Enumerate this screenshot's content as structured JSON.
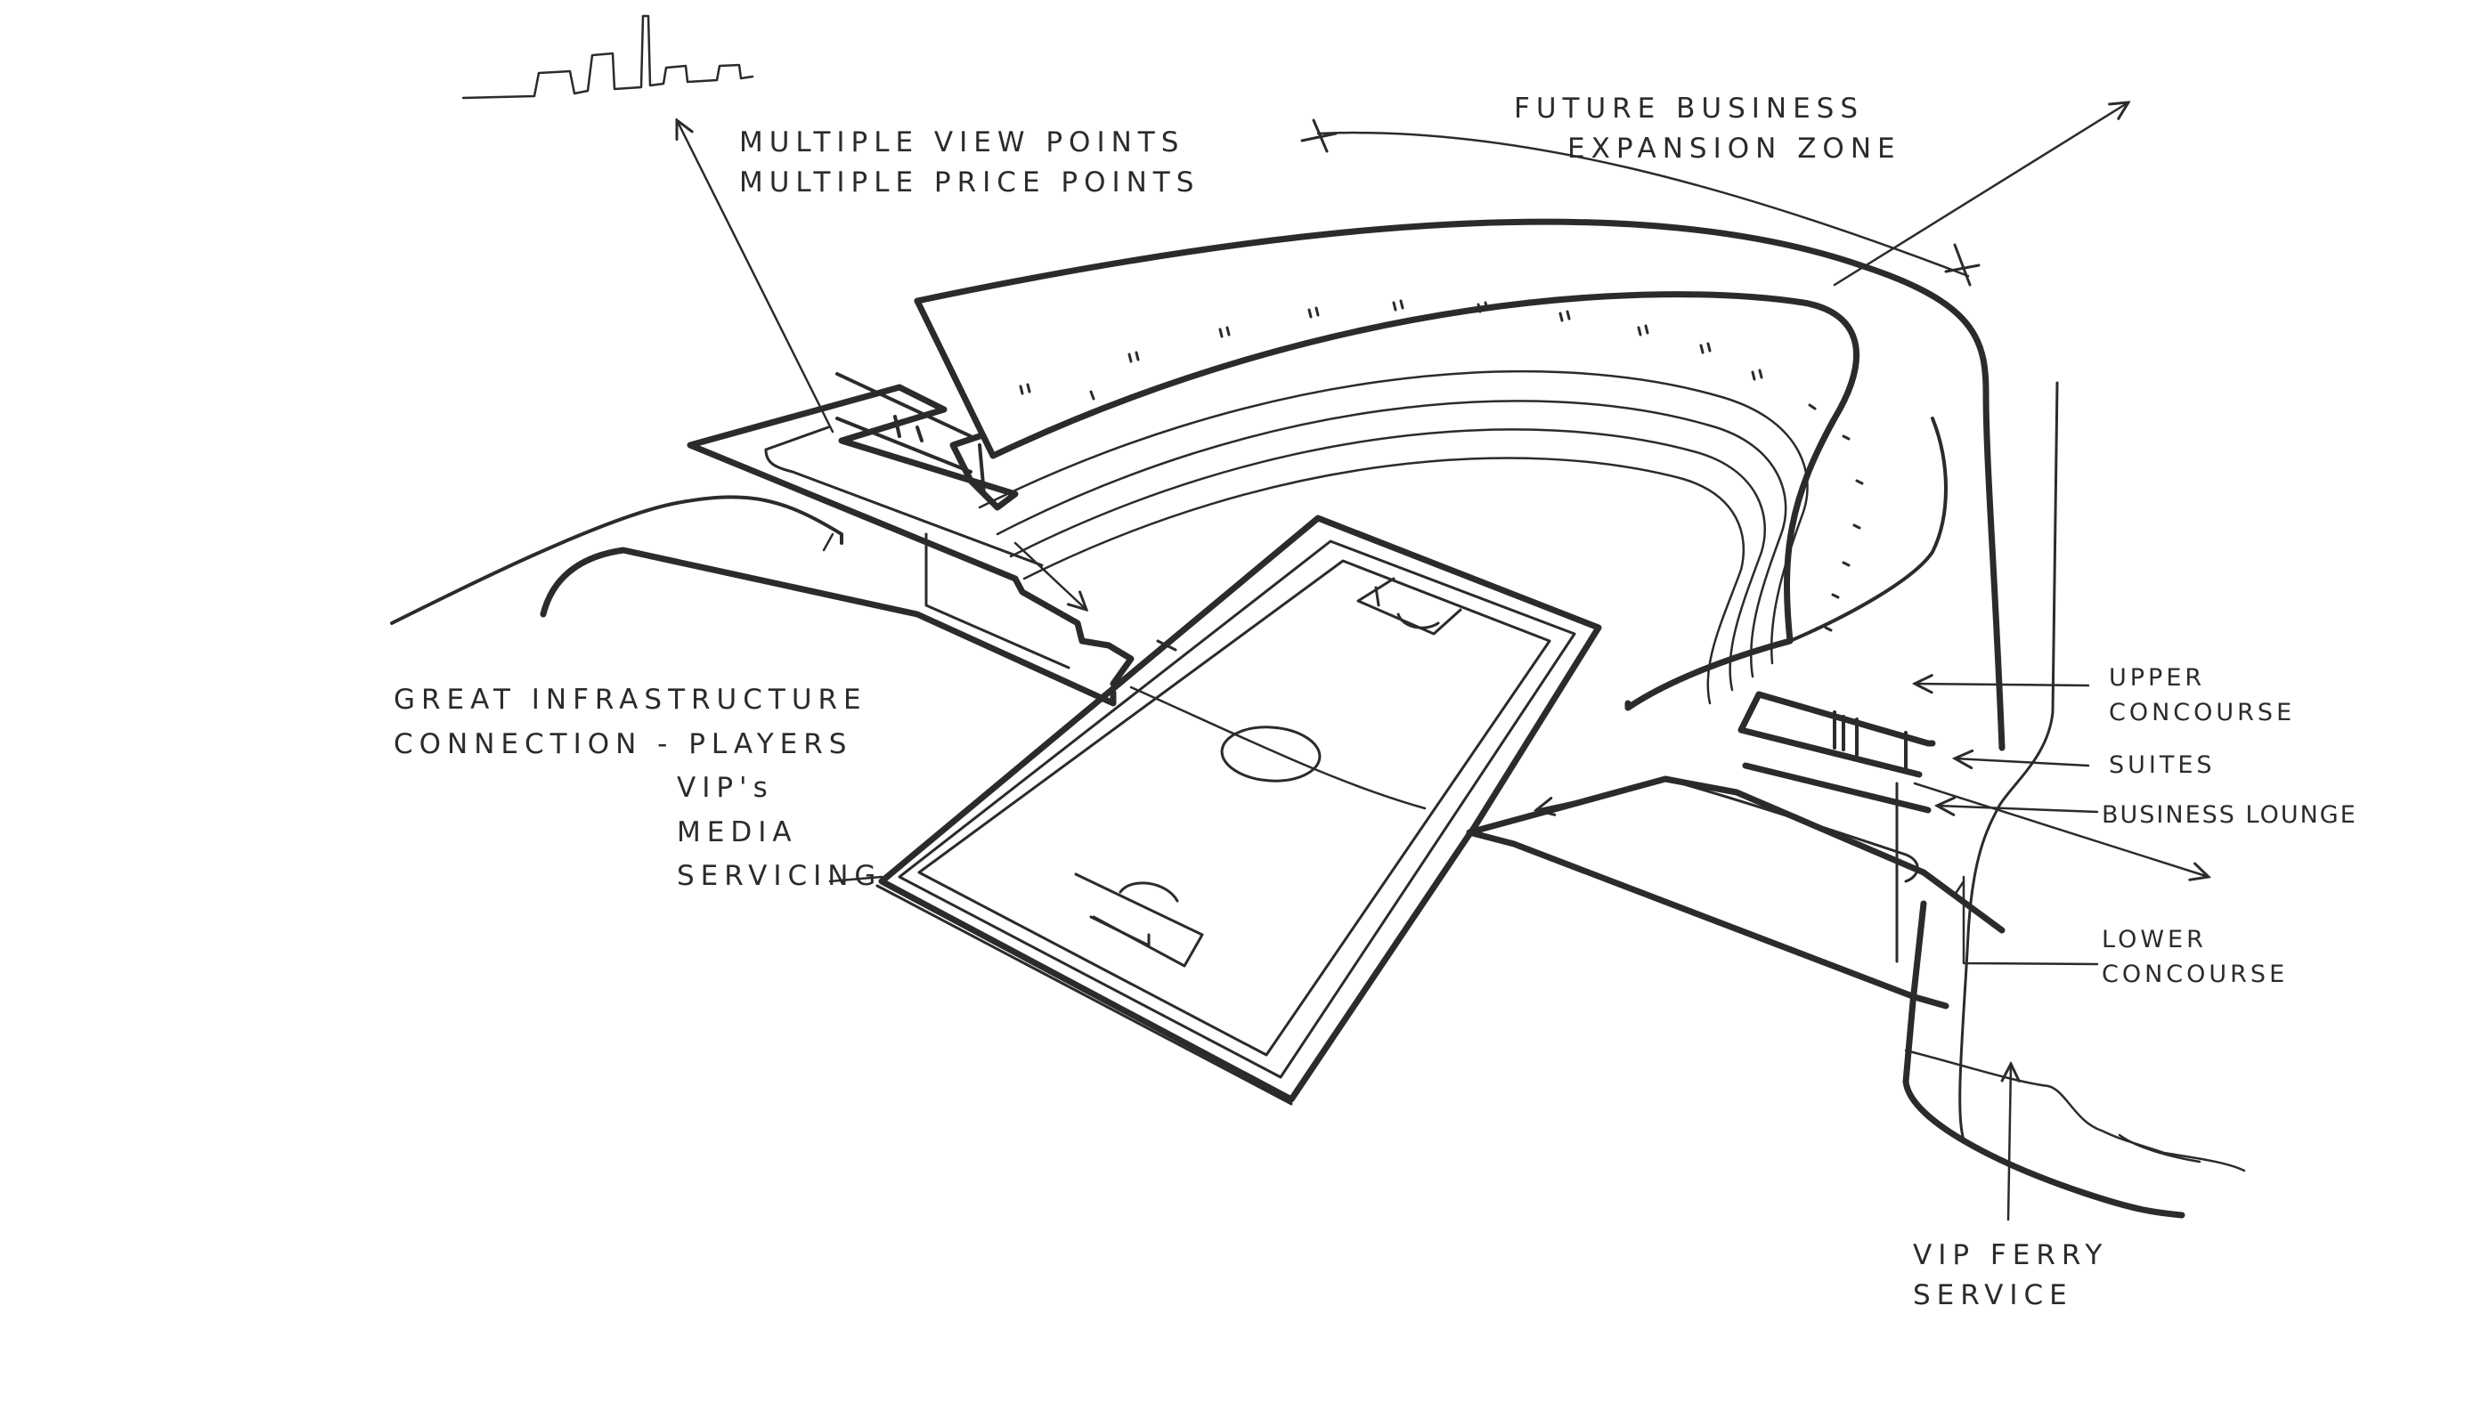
{
  "annotations": {
    "multiple_points": [
      "MULTIPLE VIEW POINTS",
      "MULTIPLE PRICE POINTS"
    ],
    "future_business": [
      "FUTURE BUSINESS",
      "EXPANSION ZONE"
    ],
    "infrastructure": [
      "GREAT INFRASTRUCTURE",
      "CONNECTION - PLAYERS",
      "VIP's",
      "MEDIA",
      "SERVICING"
    ],
    "upper_concourse": [
      "UPPER",
      "CONCOURSE"
    ],
    "suites": "SUITES",
    "business_lounge": "BUSINESS LOUNGE",
    "lower_concourse": [
      "LOWER",
      "CONCOURSE"
    ],
    "vip_ferry": [
      "VIP FERRY",
      "SERVICE"
    ]
  },
  "colors": {
    "ink": "#2b2b2b",
    "paper": "#ffffff"
  }
}
